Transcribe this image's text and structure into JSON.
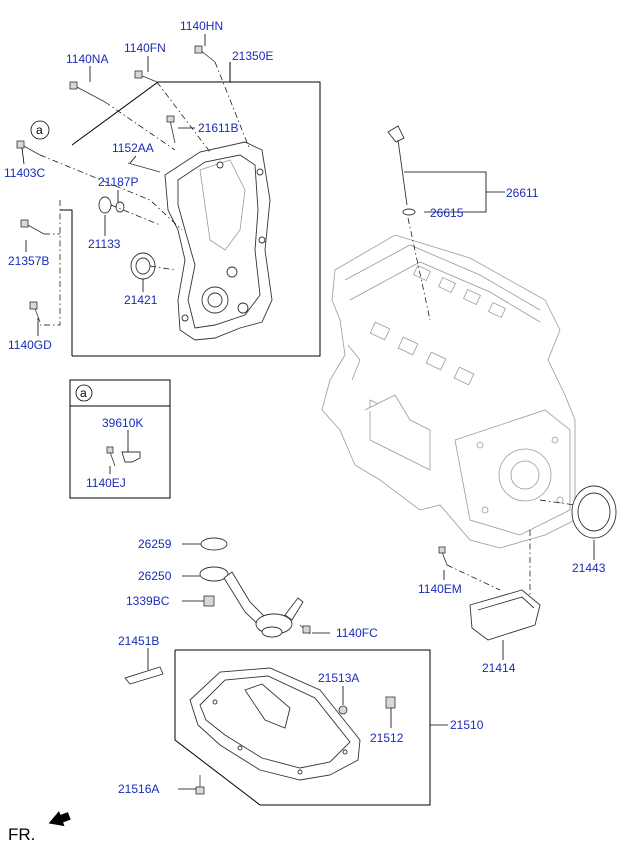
{
  "labels": {
    "p1140HN": "1140HN",
    "p1140NA": "1140NA",
    "p1140FN": "1140FN",
    "p21350E": "21350E",
    "p21611B": "21611B",
    "p1152AA": "1152AA",
    "p11403C": "11403C",
    "p21187P": "21187P",
    "p21133": "21133",
    "p21357B": "21357B",
    "p21421": "21421",
    "p1140GD": "1140GD",
    "p26611": "26611",
    "p26615": "26615",
    "p39610K": "39610K",
    "p1140EJ": "1140EJ",
    "p26259": "26259",
    "p26250": "26250",
    "p1339BC": "1339BC",
    "p1140FC": "1140FC",
    "p21443": "21443",
    "p1140EM": "1140EM",
    "p21414": "21414",
    "p21451B": "21451B",
    "p21513A": "21513A",
    "p21510": "21510",
    "p21512": "21512",
    "p21516A": "21516A"
  },
  "callout": "a",
  "detail_box_callout": "a",
  "direction_label": "FR.",
  "colors": {
    "label": "#1a2bb8",
    "line": "#000000"
  }
}
